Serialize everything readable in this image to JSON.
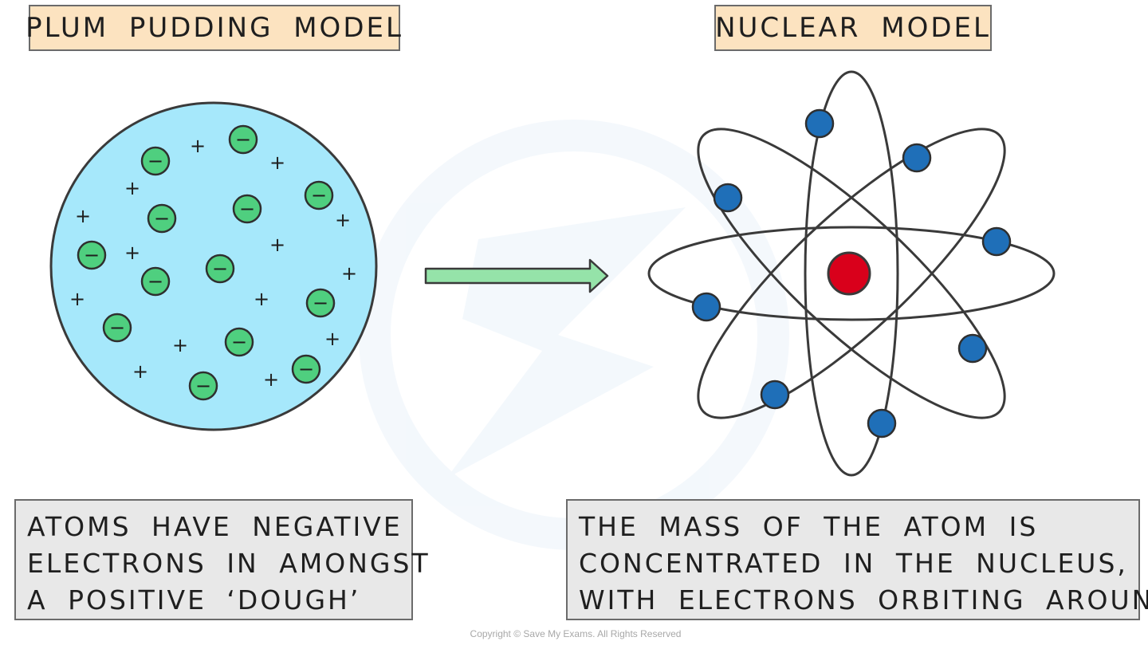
{
  "left_panel": {
    "title": "PLUM PUDDING MODEL",
    "description_lines": [
      "ATOMS HAVE NEGATIVE",
      "ELECTRONS IN AMONGST",
      "A POSITIVE ‘DOUGH’"
    ]
  },
  "right_panel": {
    "title": "NUCLEAR MODEL",
    "description_lines": [
      "THE MASS OF THE ATOM IS",
      "CONCENTRATED IN THE NUCLEUS,",
      "WITH ELECTRONS ORBITING AROUND"
    ]
  },
  "diagram": {
    "plum_pudding": {
      "electron_symbol": "−",
      "positive_symbol": "+"
    },
    "colors": {
      "dough": "#a6e8fb",
      "electron_green": "#4fcf7f",
      "electron_blue": "#1f6fb8",
      "nucleus": "#d9001b",
      "arrow": "#95e3a9",
      "title_bg": "#fce3c0",
      "desc_bg": "#e8e8e8"
    }
  },
  "footer": {
    "copyright": "Copyright © Save My Exams. All Rights Reserved"
  }
}
